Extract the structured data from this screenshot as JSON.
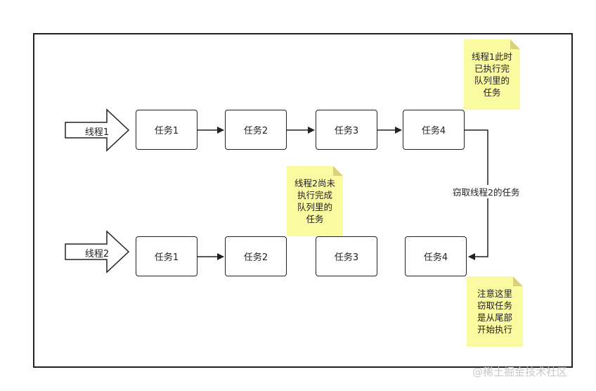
{
  "diagram": {
    "thread1": {
      "label": "线程1",
      "tasks": [
        "任务1",
        "任务2",
        "任务3",
        "任务4"
      ]
    },
    "thread2": {
      "label": "线程2",
      "tasks": [
        "任务1",
        "任务2",
        "任务3",
        "任务4"
      ]
    },
    "steal_label": "窃取线程2的任务",
    "notes": {
      "thread1_note": [
        "线程1此时",
        "已执行完",
        "队列里的",
        "任务"
      ],
      "thread2_note": [
        "线程2尚未",
        "执行完成",
        "队列里的",
        "任务"
      ],
      "steal_note": [
        "注意这里",
        "窃取任务",
        "是从尾部",
        "开始执行"
      ]
    }
  },
  "watermark": "@稀土掘金技术社区"
}
